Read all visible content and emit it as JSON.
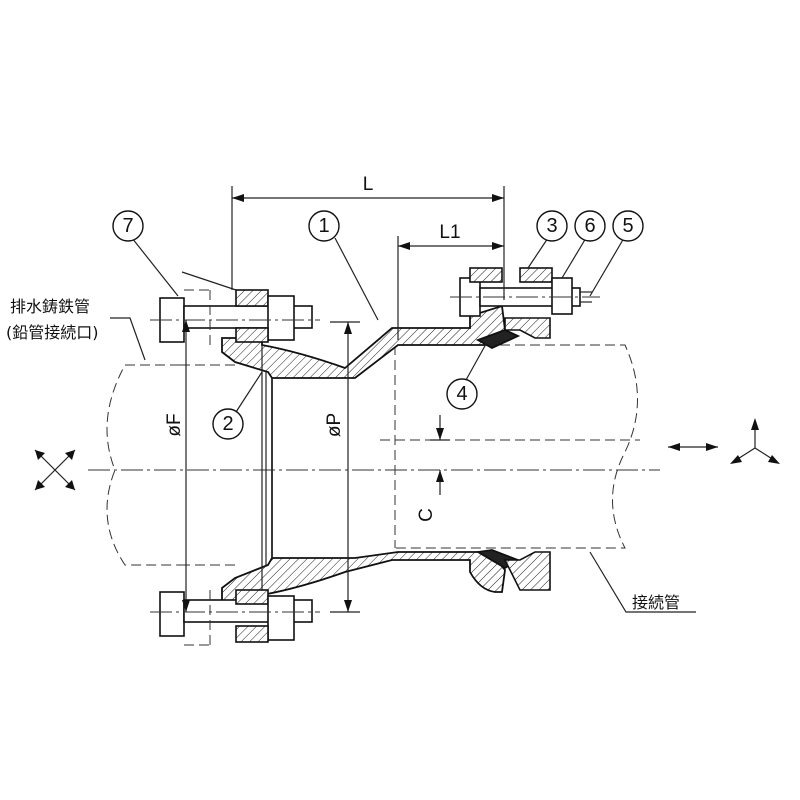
{
  "dimensions": {
    "L": "L",
    "L1": "L1",
    "phiF": "øF",
    "phiP": "øP",
    "C": "C"
  },
  "callouts": [
    {
      "id": "7",
      "label": "7"
    },
    {
      "id": "1",
      "label": "1"
    },
    {
      "id": "3",
      "label": "3"
    },
    {
      "id": "6",
      "label": "6"
    },
    {
      "id": "5",
      "label": "5"
    },
    {
      "id": "2",
      "label": "2"
    },
    {
      "id": "4",
      "label": "4"
    }
  ],
  "labels": {
    "drain_pipe_line1": "排水鋳鉄管",
    "drain_pipe_line2": "(鉛管接続口)",
    "connection_pipe": "接続管"
  }
}
